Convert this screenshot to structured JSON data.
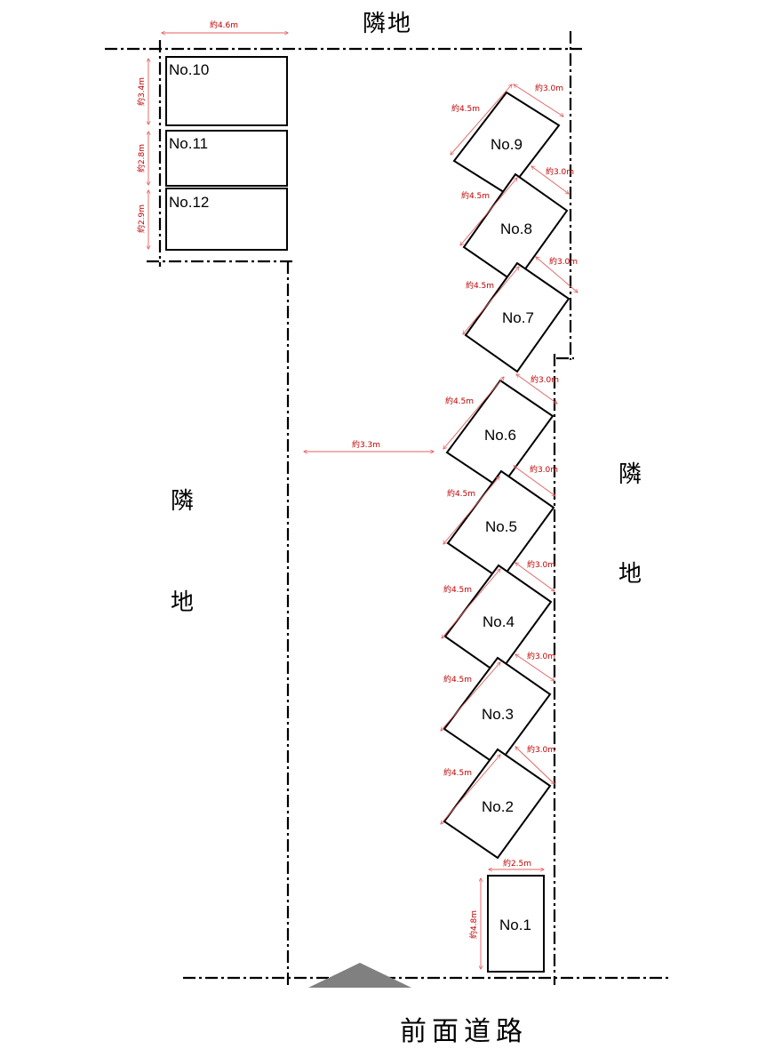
{
  "labels": {
    "neighbor_top": "隣地",
    "neighbor_left_1": "隣",
    "neighbor_left_2": "地",
    "neighbor_right_1": "隣",
    "neighbor_right_2": "地",
    "road": "前面道路"
  },
  "slots": {
    "no1": "No.1",
    "no2": "No.2",
    "no3": "No.3",
    "no4": "No.4",
    "no5": "No.5",
    "no6": "No.6",
    "no7": "No.7",
    "no8": "No.8",
    "no9": "No.9",
    "no10": "No.10",
    "no11": "No.11",
    "no12": "No.12"
  },
  "dimensions": {
    "d_top_width": "約4.6m",
    "d_no10_depth": "約3.4m",
    "d_no11_depth": "約2.8m",
    "d_no12_depth": "約2.9m",
    "d_aisle": "約3.3m",
    "d_no1_width": "約2.5m",
    "d_no1_length": "約4.8m",
    "d_len_9": "約4.5m",
    "d_wid_9": "約3.0m",
    "d_len_8": "約4.5m",
    "d_wid_8": "約3.0m",
    "d_len_7": "約4.5m",
    "d_wid_7": "約3.0m",
    "d_len_6": "約4.5m",
    "d_wid_6": "約3.0m",
    "d_len_5": "約4.5m",
    "d_wid_5": "約3.0m",
    "d_len_4": "約4.5m",
    "d_wid_4": "約3.0m",
    "d_len_3": "約4.5m",
    "d_wid_3": "約3.0m",
    "d_len_2": "約4.5m",
    "d_wid_2": "約3.0m"
  },
  "colors": {
    "dimension": "#c00000",
    "entrance_marker": "#808080"
  }
}
